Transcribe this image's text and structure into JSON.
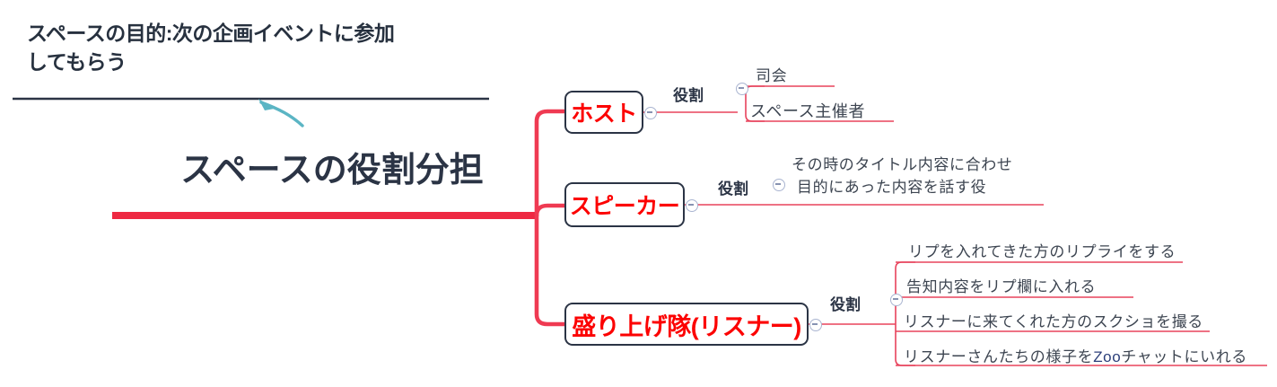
{
  "note": {
    "text": "スペースの目的:次の企画イベントに参加\nしてもらう"
  },
  "root": {
    "label": "スペースの役割分担"
  },
  "colors": {
    "root_line": "#ee2842",
    "branch_line": "#ef3a52",
    "leaf_line": "#e8435c",
    "topic_border": "#2b3445",
    "topic_text": "#fc0202",
    "note_text": "#27313f",
    "arrow": "#5bb5c4",
    "header_rule": "#2b3445",
    "toggle": "#a9b4d0",
    "zoo_accent": "#2c3f7a"
  },
  "branches": [
    {
      "id": "host",
      "label": "ホスト",
      "relation": "役割",
      "leaves": [
        "司会",
        "スペース主催者"
      ]
    },
    {
      "id": "speaker",
      "label": "スピーカー",
      "relation": "役割",
      "leaves": [
        "その時のタイトル内容に合わせ",
        "目的にあった内容を話す役"
      ]
    },
    {
      "id": "listener",
      "label": "盛り上げ隊(リスナー)",
      "relation": "役割",
      "leaves": [
        "リプを入れてきた方のリプライをする",
        "告知内容をリプ欄に入れる",
        "リスナーに来てくれた方のスクショを撮る",
        "リスナーさんたちの様子をZooチャットにいれる"
      ],
      "leaf4_prefix": "リスナーさんたちの様子を",
      "leaf4_accent": "Zoo",
      "leaf4_suffix": "チャットにいれる"
    }
  ],
  "icons": {
    "collapse": "collapse-toggle-icon",
    "arrow": "curved-arrow-icon"
  }
}
